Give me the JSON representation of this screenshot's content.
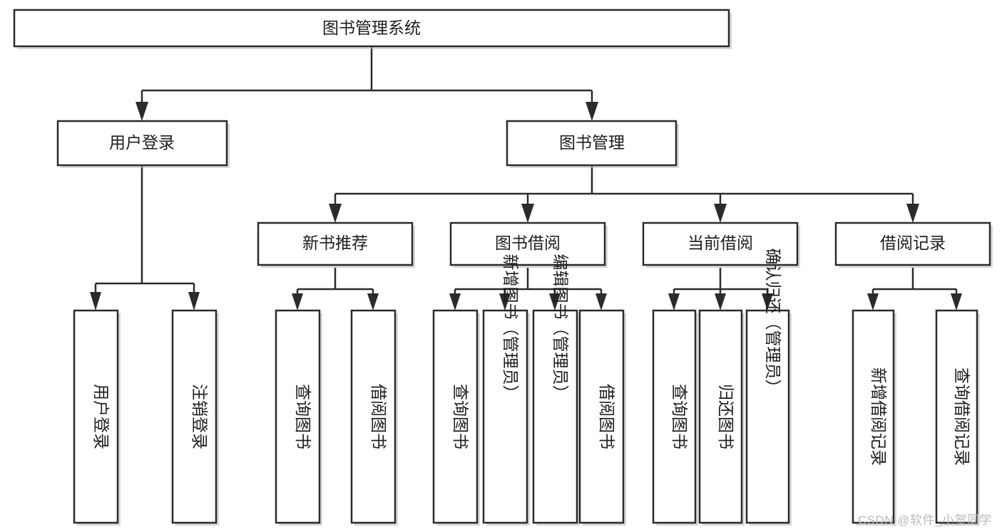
{
  "diagram": {
    "title": "图书管理系统",
    "type": "tree",
    "watermark": "CSDN @软件_小贺同学",
    "colors": {
      "stroke": "#2b2b2b",
      "fill": "#ffffff",
      "text": "#1d1d1d",
      "shadow": "#b8b8b8",
      "watermark": "#b9b9b9"
    },
    "root": {
      "label": "图书管理系统"
    },
    "level1": [
      {
        "label": "用户登录"
      },
      {
        "label": "图书管理"
      }
    ],
    "level2": [
      {
        "label": "新书推荐"
      },
      {
        "label": "图书借阅"
      },
      {
        "label": "当前借阅"
      },
      {
        "label": "借阅记录"
      }
    ],
    "leaves": {
      "user_login": [
        {
          "label": "用户登录"
        },
        {
          "label": "注销登录"
        }
      ],
      "new_book_recommend": [
        {
          "label": "查询图书"
        },
        {
          "label": "借阅图书"
        }
      ],
      "book_borrow": [
        {
          "label": "查询图书"
        },
        {
          "label": "新增图书（管理员）"
        },
        {
          "label": "编辑图书（管理员）"
        },
        {
          "label": "借阅图书"
        }
      ],
      "current_borrow": [
        {
          "label": "查询图书"
        },
        {
          "label": "归还图书"
        },
        {
          "label": "确认归还（管理员）"
        }
      ],
      "borrow_record": [
        {
          "label": "新增借阅记录"
        },
        {
          "label": "查询借阅记录"
        }
      ]
    }
  }
}
